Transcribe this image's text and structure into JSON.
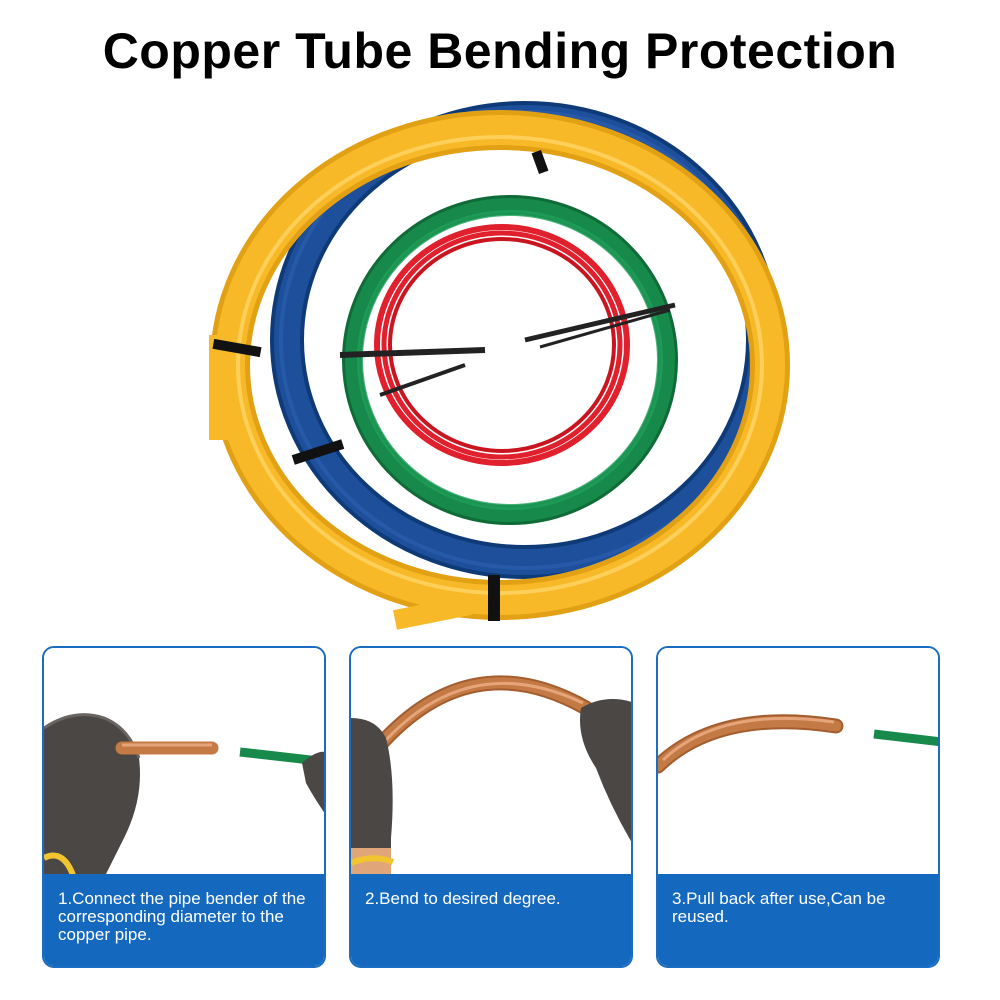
{
  "title": "Copper Tube Bending Protection",
  "colors": {
    "accent_blue": "#1469bf",
    "tube_yellow": "#f7b928",
    "tube_blue": "#1d4f9a",
    "tube_green": "#17894a",
    "tube_red": "#e0202d",
    "copper": "#c47a45"
  },
  "steps": [
    {
      "caption": "1.Connect the pipe bender of the corresponding diameter to the copper pipe."
    },
    {
      "caption": "2.Bend to desired degree."
    },
    {
      "caption": "3.Pull back after use,Can be reused."
    }
  ]
}
